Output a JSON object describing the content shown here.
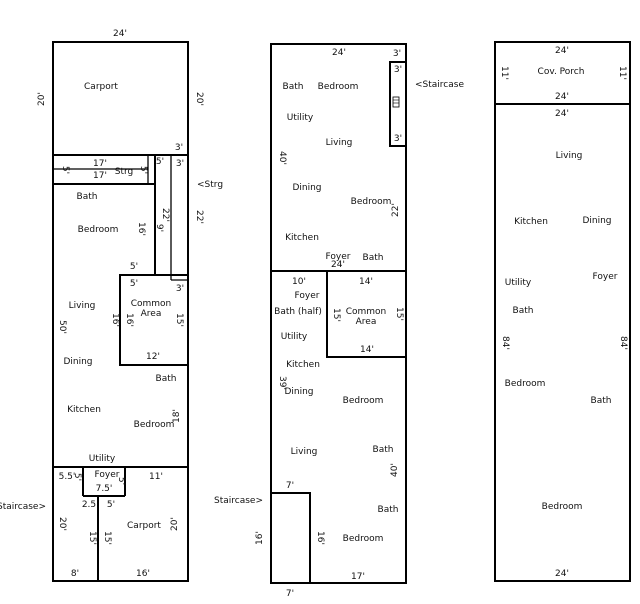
{
  "plans": [
    {
      "labels": {
        "top_width": "24'",
        "carport_top": "Carport",
        "carport_left": "20'",
        "carport_right": "20'",
        "strg_3a": "3'",
        "strg_17a": "17'",
        "strg_17b": "17'",
        "strg": "Strg",
        "strg_5a": "5'",
        "strg_5b": "5'",
        "strg_5c": "5'",
        "strg_3b": "3'",
        "strg_label": "<Strg",
        "bath1": "Bath",
        "bedroom1": "Bedroom",
        "dim_16a": "16'",
        "dim_9": "9'",
        "dim_22a": "22'",
        "dim_22b": "22'",
        "dim_5d": "5'",
        "dim_5e": "5'",
        "dim_3c": "3'",
        "common": "Common\nArea",
        "dim_16b": "16'",
        "dim_16c": "16'",
        "dim_15": "15'",
        "living": "Living",
        "dim_50": "50'",
        "dim_12": "12'",
        "dining": "Dining",
        "bath2": "Bath",
        "kitchen": "Kitchen",
        "bedroom2": "Bedroom",
        "dim_18": "18'",
        "utility": "Utility",
        "foyer": "Foyer",
        "dim_55": "5.5'",
        "dim_5f": "5'",
        "dim_5g": "5'",
        "dim_75": "7.5'",
        "dim_11": "11'",
        "staircase": "Staircase>",
        "dim_25": "2.5",
        "dim_5h": "5'",
        "dim_20a": "20'",
        "dim_15b": "15'",
        "dim_15c": "15'",
        "carport_bottom": "Carport",
        "dim_20b": "20'",
        "dim_8": "8'",
        "dim_16d": "16'"
      }
    },
    {
      "labels": {
        "top_24": "24'",
        "top_3": "3'",
        "stair_3a": "3'",
        "stair_icon": "stairs",
        "stair_3b": "3'",
        "staircase": "<Staircase",
        "bath1": "Bath",
        "bedroom1": "Bedroom",
        "utility1": "Utility",
        "living1": "Living",
        "dim_40a": "40'",
        "dining1": "Dining",
        "bedroom2": "Bedroom",
        "dim_22": "22'",
        "kitchen1": "Kitchen",
        "foyer1": "Foyer",
        "bath2": "Bath",
        "dim_24": "24'",
        "dim_10": "10'",
        "dim_14a": "14'",
        "foyer2": "Foyer",
        "bath_half": "Bath (half)",
        "dim_15a": "15'",
        "common": "Common\nArea",
        "dim_15b": "15'",
        "utility2": "Utility",
        "dim_14b": "14'",
        "kitchen2": "Kitchen",
        "dim_39": "39'",
        "dining2": "Dining",
        "bedroom3": "Bedroom",
        "living2": "Living",
        "bath3": "Bath",
        "dim_40b": "40'",
        "dim_7a": "7'",
        "staircase2": "Staircase>",
        "bath4": "Bath",
        "dim_16a": "16'",
        "dim_16b": "16'",
        "bedroom4": "Bedroom",
        "dim_17": "17'",
        "dim_7b": "7'"
      }
    },
    {
      "labels": {
        "top_24": "24'",
        "porch": "Cov. Porch",
        "dim_11a": "11'",
        "dim_11b": "11'",
        "porch_24b": "24'",
        "main_24": "24'",
        "living": "Living",
        "kitchen": "Kitchen",
        "dining": "Dining",
        "utility": "Utility",
        "foyer": "Foyer",
        "bath1": "Bath",
        "dim_84a": "84'",
        "dim_84b": "84'",
        "bedroom1": "Bedroom",
        "bath2": "Bath",
        "bedroom2": "Bedroom",
        "bottom_24": "24'"
      }
    }
  ]
}
